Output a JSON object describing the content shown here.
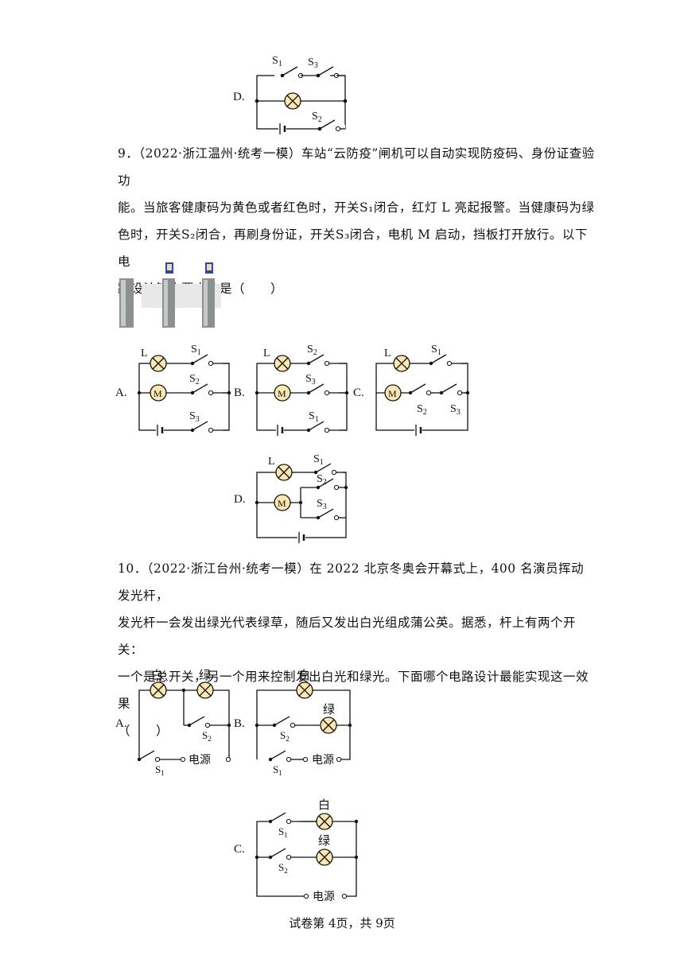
{
  "q8_tail": {
    "option_d": "D."
  },
  "q9": {
    "line1": "9．（2022·浙江温州·统考一模）车站“云防疫”闸机可以自动实现防疫码、身份证查验功",
    "line2": "能。当旅客健康码为黄色或者红色时，开关S₁闭合，红灯 L 亮起报警。当健康码为绿",
    "line3": "色时，开关S₂闭合，再刷身份证，开关S₃闭合，电机 M 启动，挡板打开放行。以下电",
    "line4": "路设计符合要求的是（　　）",
    "options": [
      "A.",
      "B.",
      "C.",
      "D."
    ]
  },
  "q10": {
    "line1": "10．（2022·浙江台州·统考一模）在 2022 北京冬奥会开幕式上，400 名演员挥动发光杆，",
    "line2": "发光杆一会发出绿光代表绿草，随后又发出白光组成蒲公英。据悉，杆上有两个开关：",
    "line3": "一个是总开关，另一个用来控制发出白光和绿光。下面哪个电路设计最能实现这一效果",
    "line4": "（　　）",
    "options": [
      "A.",
      "B.",
      "C."
    ]
  },
  "labels": {
    "s1": "S₁",
    "s2": "S₂",
    "s3": "S₃",
    "lamp": "L",
    "motor": "M",
    "white": "白",
    "green": "绿",
    "power": "电源"
  },
  "footer": "试卷第 4页，共 9页",
  "colors": {
    "lamp_fill": "#fbe7b1",
    "motor_fill": "#fbe7b1"
  }
}
